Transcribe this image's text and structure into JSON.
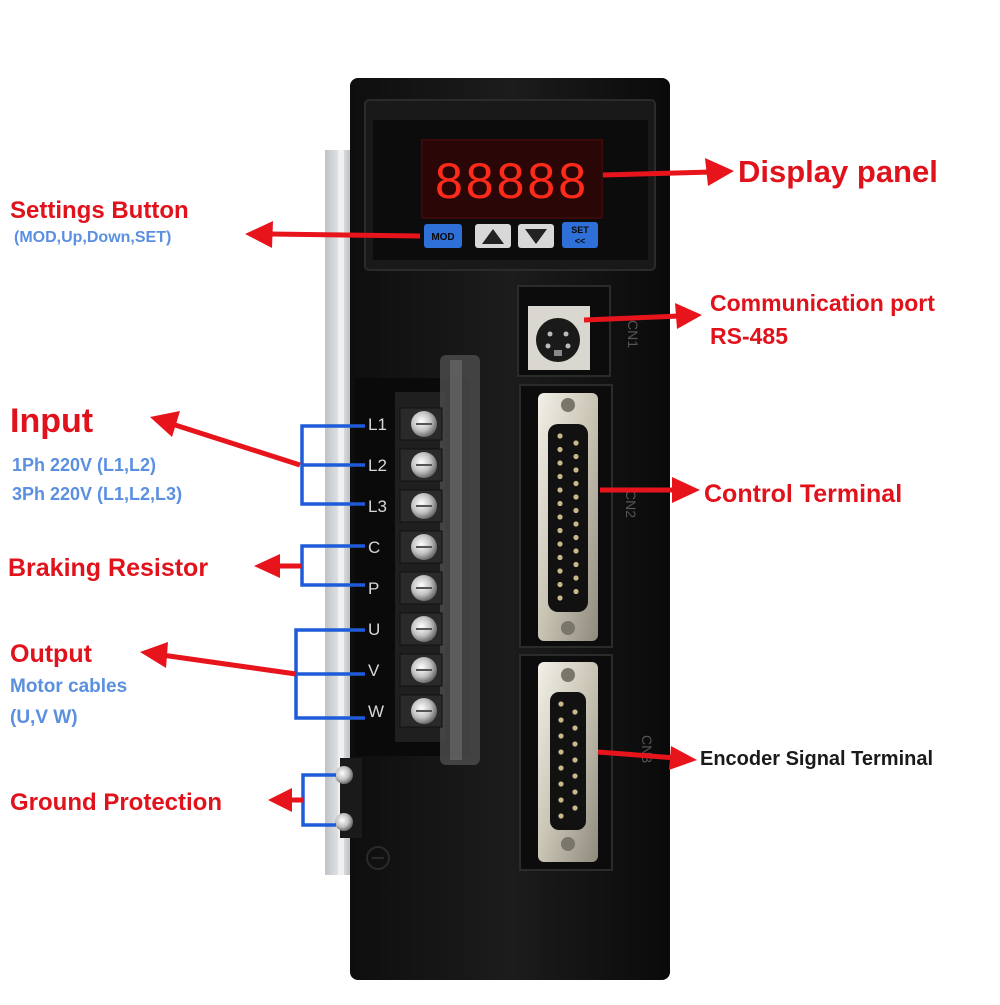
{
  "display": {
    "digits": "88888"
  },
  "buttons": {
    "mod": "MOD",
    "set": "SET",
    "set_sub": "<<"
  },
  "terminals": [
    "L1",
    "L2",
    "L3",
    "C",
    "P",
    "U",
    "V",
    "W"
  ],
  "port_labels": {
    "cn1": "CN1",
    "cn2": "CN2",
    "cn3": "CN3"
  },
  "labels": {
    "display_panel": "Display panel",
    "settings_title": "Settings Button",
    "settings_sub": "(MOD,Up,Down,SET)",
    "comm_title": "Communication port",
    "comm_sub": "RS-485",
    "input_title": "Input",
    "input_sub1": "1Ph 220V (L1,L2)",
    "input_sub2": "3Ph 220V (L1,L2,L3)",
    "control_terminal": "Control Terminal",
    "braking_resistor": "Braking Resistor",
    "output_title": "Output",
    "output_sub1": "Motor cables",
    "output_sub2": "(U,V W)",
    "encoder_terminal": "Encoder Signal Terminal",
    "ground_protection": "Ground Protection"
  },
  "colors": {
    "accent_red": "#e0121b",
    "accent_blue": "#5b8fe0",
    "bracket_blue": "#1e5bd8",
    "body": "#141414",
    "led": "#ff2a1a"
  }
}
